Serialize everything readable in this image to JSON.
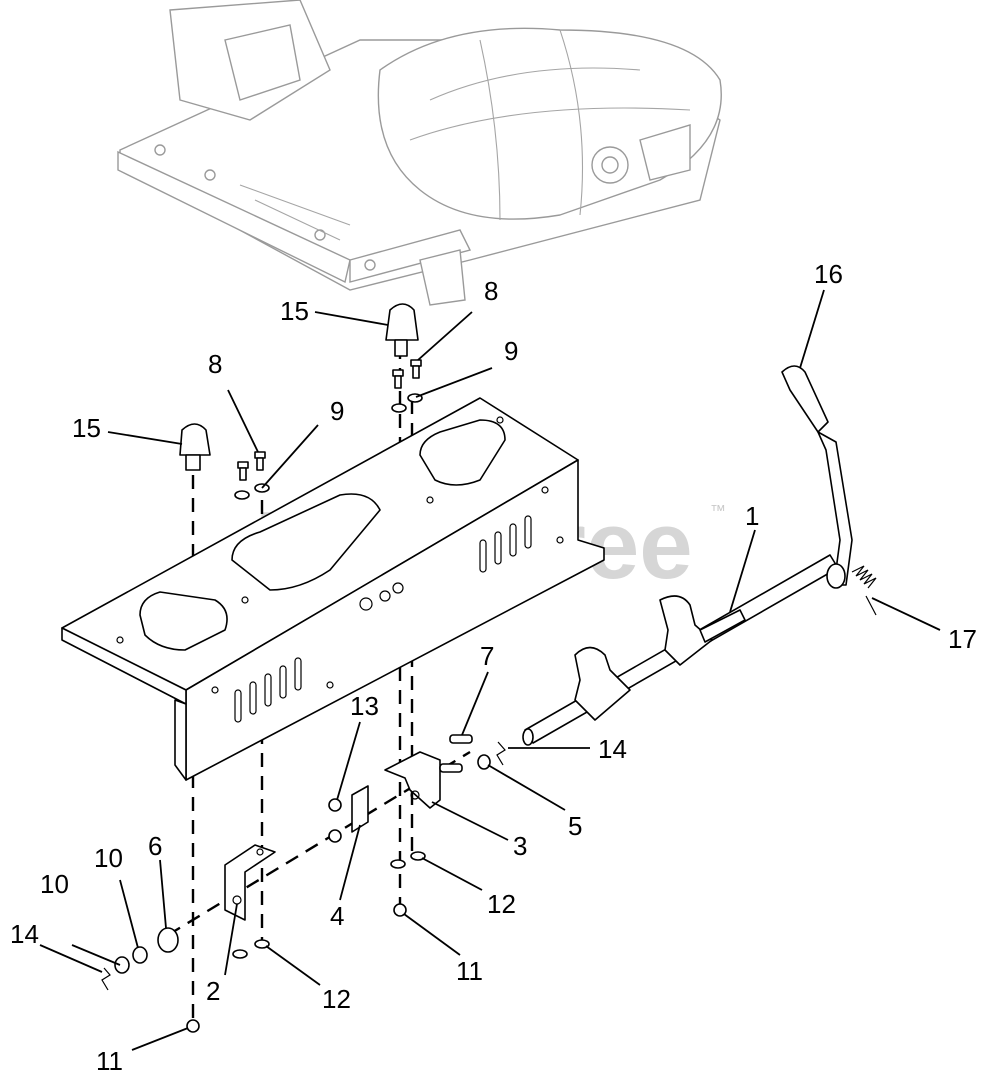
{
  "watermark": {
    "text": "PartsTree",
    "trademark": "™"
  },
  "callouts": {
    "c1": "1",
    "c2": "2",
    "c3": "3",
    "c4": "4",
    "c5": "5",
    "c6": "6",
    "c7": "7",
    "c8a": "8",
    "c8b": "8",
    "c9a": "9",
    "c9b": "9",
    "c10a": "10",
    "c10b": "10",
    "c11a": "11",
    "c11b": "11",
    "c12a": "12",
    "c12b": "12",
    "c13": "13",
    "c14a": "14",
    "c14b": "14",
    "c15a": "15",
    "c15b": "15",
    "c16": "16",
    "c17": "17"
  }
}
